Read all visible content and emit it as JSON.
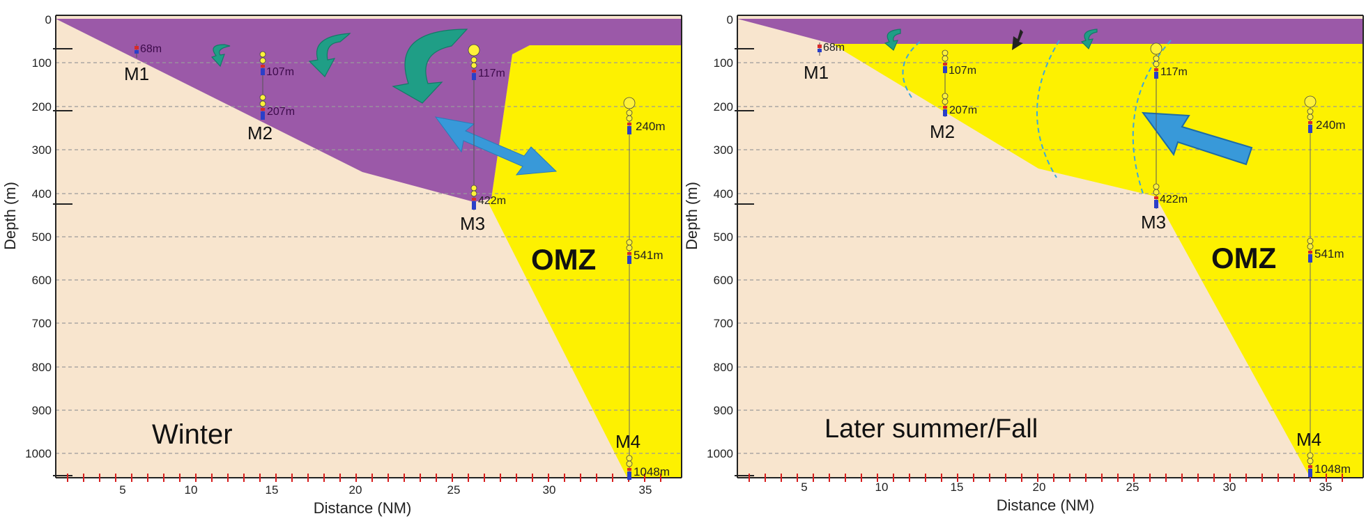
{
  "axes": {
    "ylabel": "Depth (m)",
    "xlabel": "Distance (NM)",
    "yticks": [
      "0",
      "100",
      "200",
      "300",
      "400",
      "500",
      "600",
      "700",
      "800",
      "900",
      "1000"
    ],
    "xticks": [
      "5",
      "10",
      "15",
      "20",
      "25",
      "30",
      "35"
    ]
  },
  "colors": {
    "shelf": "#f8e5ce",
    "oxygenated_water": "#9b59a8",
    "omz": "#fdf101",
    "grid": "#9a9a9a",
    "teal_arrow": "#1f9e86",
    "blue_arrow": "#3899d9",
    "distance_ticks": "#d81e1e"
  },
  "panels": [
    {
      "season": "Winter",
      "omz_label": "OMZ",
      "moorings": [
        {
          "name": "M1",
          "depth_labels": [
            "68m"
          ]
        },
        {
          "name": "M2",
          "depth_labels": [
            "107m",
            "207m"
          ]
        },
        {
          "name": "M3",
          "depth_labels": [
            "117m",
            "422m"
          ]
        },
        {
          "name": "M4",
          "depth_labels": [
            "240m",
            "541m",
            "1048m"
          ]
        }
      ]
    },
    {
      "season": "Later summer/Fall",
      "omz_label": "OMZ",
      "moorings": [
        {
          "name": "M1",
          "depth_labels": [
            "68m"
          ]
        },
        {
          "name": "M2",
          "depth_labels": [
            "107m",
            "207m"
          ]
        },
        {
          "name": "M3",
          "depth_labels": [
            "117m",
            "422m"
          ]
        },
        {
          "name": "M4",
          "depth_labels": [
            "240m",
            "541m",
            "1048m"
          ]
        }
      ]
    }
  ]
}
